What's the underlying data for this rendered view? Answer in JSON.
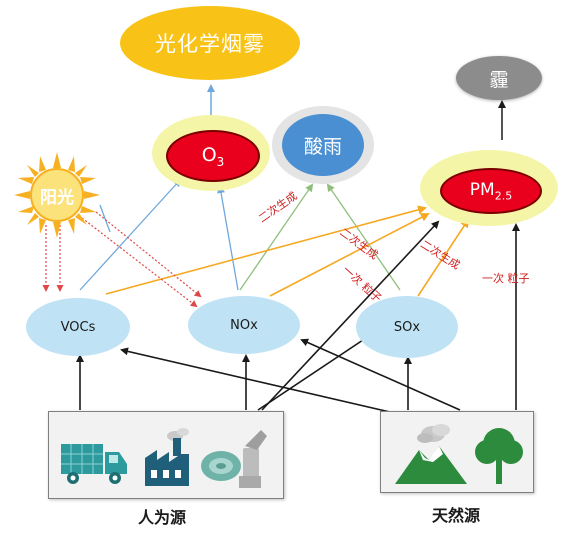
{
  "nodes": {
    "photochemical_smog": "光化学烟雾",
    "haze": "霾",
    "acid_rain": "酸雨",
    "o3_base": "O",
    "o3_sub": "3",
    "pm_base": "PM",
    "pm_sub": "2.5",
    "sunlight": "阳光",
    "vocs": "VOCs",
    "nox": "NOx",
    "sox": "SOx"
  },
  "labels": {
    "secondary_generation": "二次生成",
    "primary_particle": "一次 粒子"
  },
  "sources": {
    "anthropogenic": "人为源",
    "natural": "天然源"
  },
  "colors": {
    "smog_yellow": "#f8c316",
    "o3_red": "#e8001c",
    "acid_blue": "#4a8fd1",
    "haze_gray": "#8c8c8c",
    "precursor_blue": "#bfe3f5",
    "icon_teal": "#1f8a8d",
    "nature_green": "#2d8b3d",
    "label_red": "#d11f1f"
  },
  "icons": [
    "truck-icon",
    "factory-icon",
    "cans-icon",
    "volcano-mountain-icon",
    "tree-icon"
  ]
}
